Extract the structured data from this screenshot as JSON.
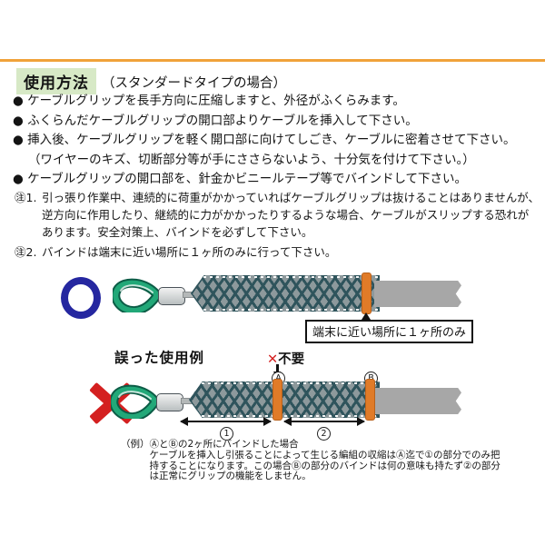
{
  "header": {
    "title": "使用方法",
    "subtitle": "（スタンダードタイプの場合）"
  },
  "bullets": [
    "● ケーブルグリップを長手方向に圧縮しますと、外径がふくらみます。",
    "● ふくらんだケーブルグリップの開口部よりケーブルを挿入して下さい。",
    "● 挿入後、ケーブルグリップを軽く開口部に向けてしごき、ケーブルに密着させて下さい。",
    "（ワイヤーのキズ、切断部分等が手にささらないよう、十分気を付けて下さい。）",
    "● ケーブルグリップの開口部を、針金かビニールテープ等でバインドして下さい。"
  ],
  "notes": [
    {
      "marker": "㊟1.",
      "text": "引っ張り作業中、連続的に荷重がかかっていればケーブルグリップは抜けることはありませんが、逆方向に作用したり、継続的に力がかかったりするような場合、ケーブルがスリップする恐れがあります。安全対策上、バインドを必ずして下さい。"
    },
    {
      "marker": "㊟2.",
      "text": "バインドは端末に近い場所に１ヶ所のみに行って下さい。"
    }
  ],
  "diagram_correct": {
    "callout": "端末に近い場所に１ヶ所のみ"
  },
  "diagram_incorrect": {
    "title": "誤った使用例",
    "unnecessary_mark": "✕",
    "unnecessary_label": "不要",
    "band_a_label": "A",
    "band_b_label": "B",
    "span_1_label": "1",
    "span_2_label": "2"
  },
  "example": {
    "marker": "（例）",
    "case_line": "ⒶとⒷの2ヶ所にバインドした場合",
    "paragraph": "ケーブルを挿入し引張ることによって生じる編組の収縮はⒶ迄で①の部分でのみ把持することになります。この場合Ⓑの部分のバインドは何の意味も持たず②の部分は正常にグリップの機能をしません。"
  },
  "colors": {
    "accent_rule": "#f0a23a",
    "title_highlight": "#d7e9c6",
    "bind_band": "#e07b28",
    "mesh": "#2f545c",
    "correct_blue": "#2527a0",
    "error_red": "#d42020",
    "cable_gray": "#a7a7a7"
  }
}
